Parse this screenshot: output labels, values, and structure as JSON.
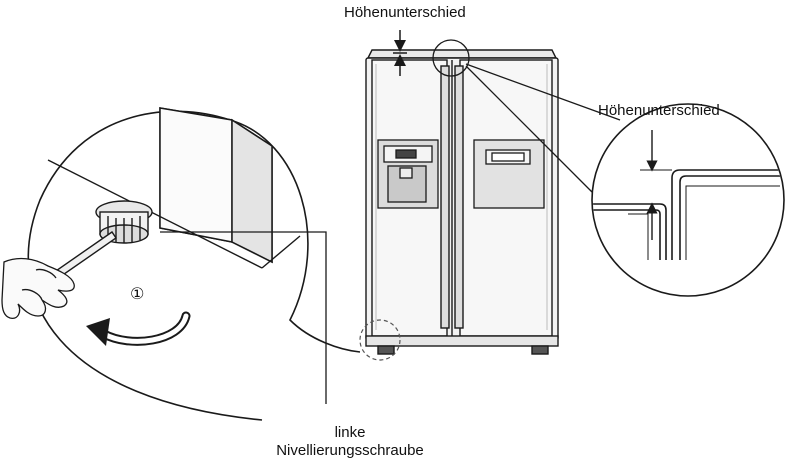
{
  "labels": {
    "top_height_difference": "Höhenunterschied",
    "detail_height_difference": "Höhenunterschied",
    "screw_step_number": "①",
    "left_screw_line1": "linke",
    "left_screw_line2": "Nivellierungsschraube"
  },
  "icons": {
    "rotation_arrow": "curved-arrow-icon",
    "height_marker": "double-arrow-icon",
    "hand": "hand-icon"
  },
  "colors": {
    "line": "#1a1a1a",
    "fridge_fill": "#f3f3f3",
    "panel_fill": "#e2e2e2",
    "background": "#ffffff"
  }
}
